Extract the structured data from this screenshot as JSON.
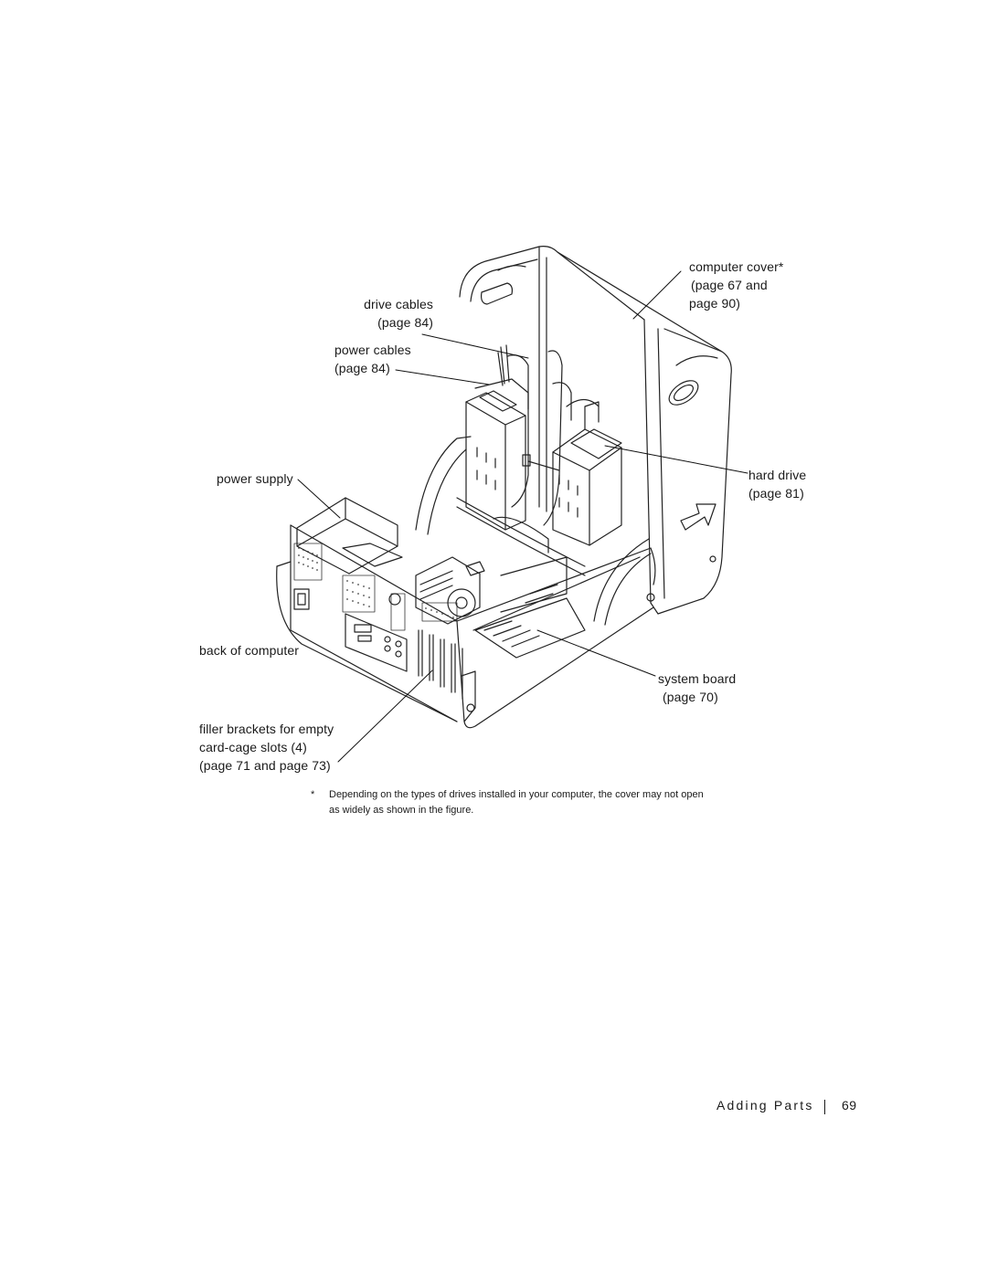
{
  "figure": {
    "callouts": {
      "drive_cables": {
        "lines": [
          "drive cables",
          "(page 84)"
        ]
      },
      "power_cables": {
        "lines": [
          "power cables",
          "(page 84)"
        ]
      },
      "computer_cover": {
        "lines": [
          "computer cover*",
          "(page 67 and",
          "page 90)"
        ]
      },
      "power_supply": {
        "lines": [
          "power supply"
        ]
      },
      "hard_drive": {
        "lines": [
          "hard drive",
          "(page 81)"
        ]
      },
      "back_of_computer": {
        "lines": [
          "back of computer"
        ]
      },
      "system_board": {
        "lines": [
          "system board",
          "(page 70)"
        ]
      },
      "filler_brackets": {
        "lines": [
          "filler brackets for empty",
          "card-cage slots (4)",
          "(page 71 and page 73)"
        ]
      }
    },
    "footnote": {
      "marker": "*",
      "text": "Depending on the types of drives installed in your computer, the cover may not open as widely as shown in the figure."
    }
  },
  "footer": {
    "section": "Adding Parts",
    "page_number": "69"
  }
}
